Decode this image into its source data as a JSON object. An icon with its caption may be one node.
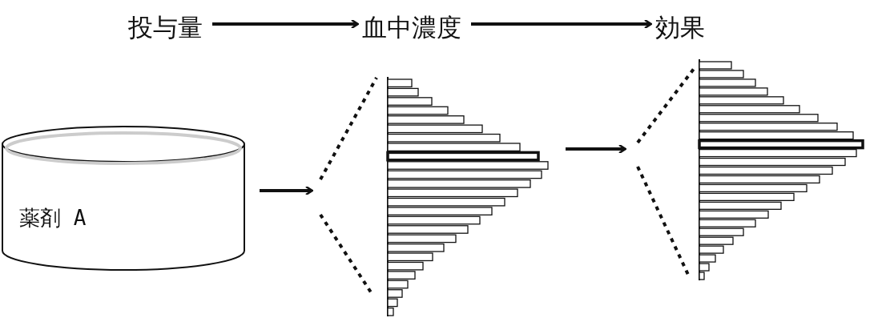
{
  "diagram": {
    "nodes": [
      {
        "text": [
          "投与量"
        ]
      },
      {
        "text": [
          "血中濃度"
        ]
      },
      {
        "text": [
          "効果"
        ]
      },
      {
        "text": [
          "薬剤 A"
        ]
      },
      {
        "text": [],
        "shape": "picture"
      },
      {
        "text": [],
        "shape": "picture"
      }
    ],
    "edges": [
      {
        "from": 0,
        "to": 1,
        "arrow": "to"
      },
      {
        "from": 1,
        "to": 2,
        "arrow": "to"
      },
      {
        "from": 3,
        "to": 4,
        "arrow": "to"
      },
      {
        "from": 4,
        "to": 5,
        "arrow": "to"
      }
    ]
  }
}
